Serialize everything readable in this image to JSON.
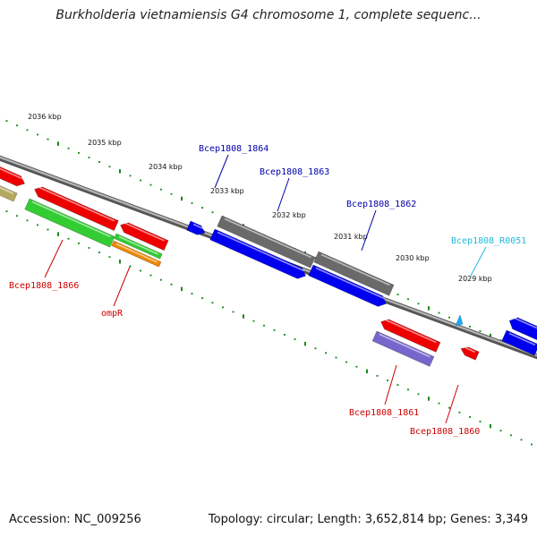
{
  "title": "Burkholderia vietnamiensis G4 chromosome 1, complete sequenc...",
  "footer": {
    "accession": "Accession: NC_009256",
    "topology": "Topology: circular; Length: 3,652,814 bp; Genes: 3,349"
  },
  "colors": {
    "forward_gene": "#ee0000",
    "reverse_gene": "#0000ee",
    "tick": "#1a8a1a",
    "backbone": "#808080",
    "gray_gene": "#6a6a6a",
    "label_red": "#cc0000",
    "label_blue": "#0000aa",
    "label_cyan": "#22b8dd"
  },
  "scale_ticks": [
    "2036 kbp",
    "2035 kbp",
    "2034 kbp",
    "2033 kbp",
    "2032 kbp",
    "2031 kbp",
    "2030 kbp",
    "2029 kbp"
  ],
  "gene_labels": [
    {
      "name": "Bcep1808_1864",
      "color": "label_blue"
    },
    {
      "name": "Bcep1808_1863",
      "color": "label_blue"
    },
    {
      "name": "Bcep1808_1862",
      "color": "label_blue"
    },
    {
      "name": "Bcep1808_R0051",
      "color": "label_cyan"
    },
    {
      "name": "Bcep1808_1866",
      "color": "label_red"
    },
    {
      "name": "ompR",
      "color": "label_red"
    },
    {
      "name": "Bcep1808_1861",
      "color": "label_red"
    },
    {
      "name": "Bcep1808_1860",
      "color": "label_red"
    }
  ]
}
